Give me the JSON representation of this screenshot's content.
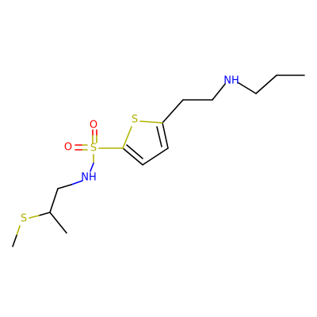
{
  "molecule": {
    "atoms": {
      "thiophene_s": "S",
      "sulfonyl_s": "S",
      "thioether_s": "S",
      "oxygen_top": "O",
      "oxygen_left": "O",
      "sulfonamide_nh": "NH",
      "amine_nh": "NH"
    },
    "colors": {
      "carbon_bond": "#000000",
      "sulfur": "#b2b200",
      "oxygen": "#ff0000",
      "nitrogen": "#0000ff",
      "background": "#ffffff"
    }
  }
}
